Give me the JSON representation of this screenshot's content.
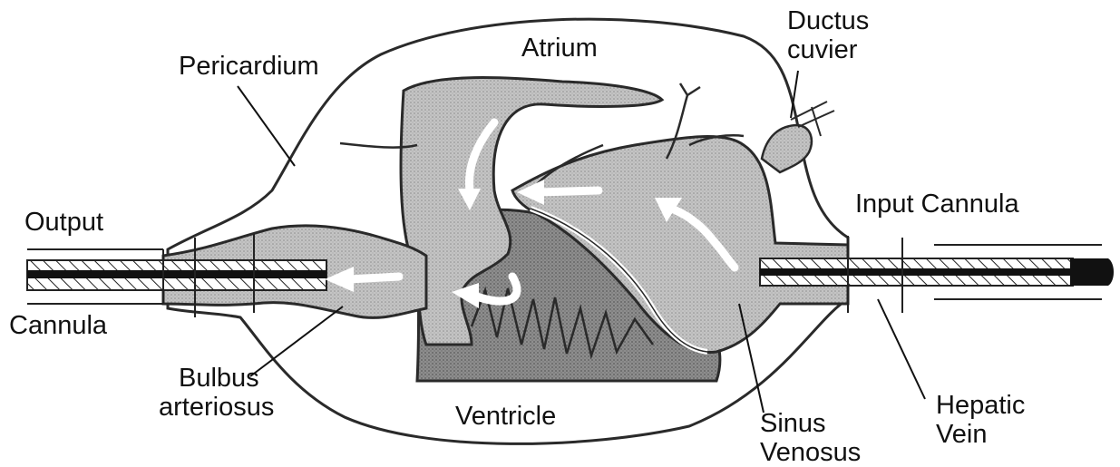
{
  "figure": {
    "labels": {
      "pericardium": "Pericardium",
      "atrium": "Atrium",
      "ductus_line1": "Ductus",
      "ductus_line2": "cuvier",
      "output_line1": "Output",
      "output_line2": "Cannula",
      "input_cannula": "Input Cannula",
      "bulbus_line1": "Bulbus",
      "bulbus_line2": "arteriosus",
      "ventricle": "Ventricle",
      "sinus_line1": "Sinus",
      "sinus_line2": "Venosus",
      "hepatic_line1": "Hepatic",
      "hepatic_line2": "Vein"
    },
    "colors": {
      "outline": "#2a2a2a",
      "tissue_fill": "#bdbdbd",
      "dark_tissue": "#8a8a8a",
      "flow_arrow": "#ffffff",
      "cannula_dark": "#111111"
    }
  }
}
